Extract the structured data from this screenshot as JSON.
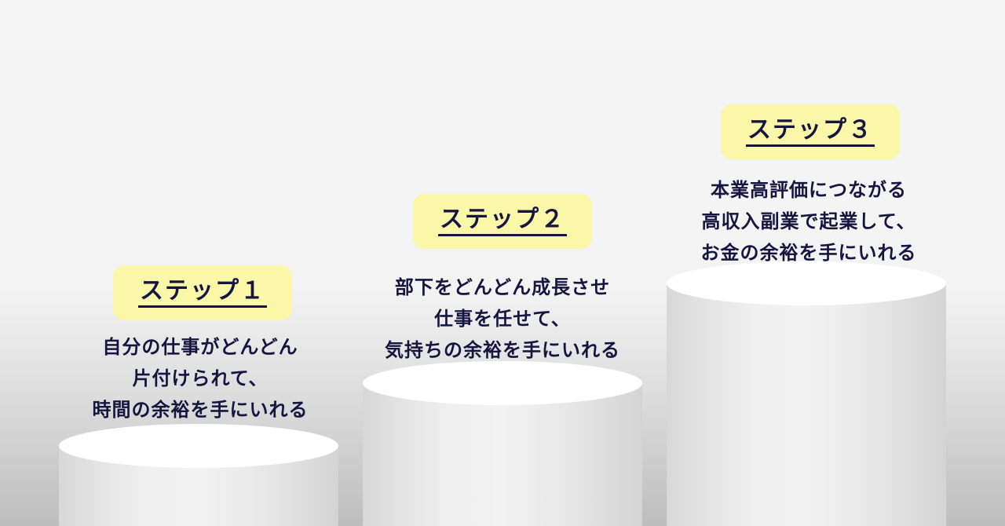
{
  "steps": [
    {
      "label": "ステップ１",
      "lines": [
        "自分の仕事がどんどん",
        "片付けられて、",
        "時間の余裕を手にいれる"
      ]
    },
    {
      "label": "ステップ２",
      "lines": [
        "部下をどんどん成長させ",
        "仕事を任せて、",
        "気持ちの余裕を手にいれる"
      ]
    },
    {
      "label": "ステップ３",
      "lines": [
        "本業高評価につながる",
        "高収入副業で起業して、",
        "お金の余裕を手にいれる"
      ]
    }
  ],
  "colors": {
    "badge_bg": "#fbf7a9",
    "text": "#151540",
    "podium_top": "#ffffff"
  }
}
